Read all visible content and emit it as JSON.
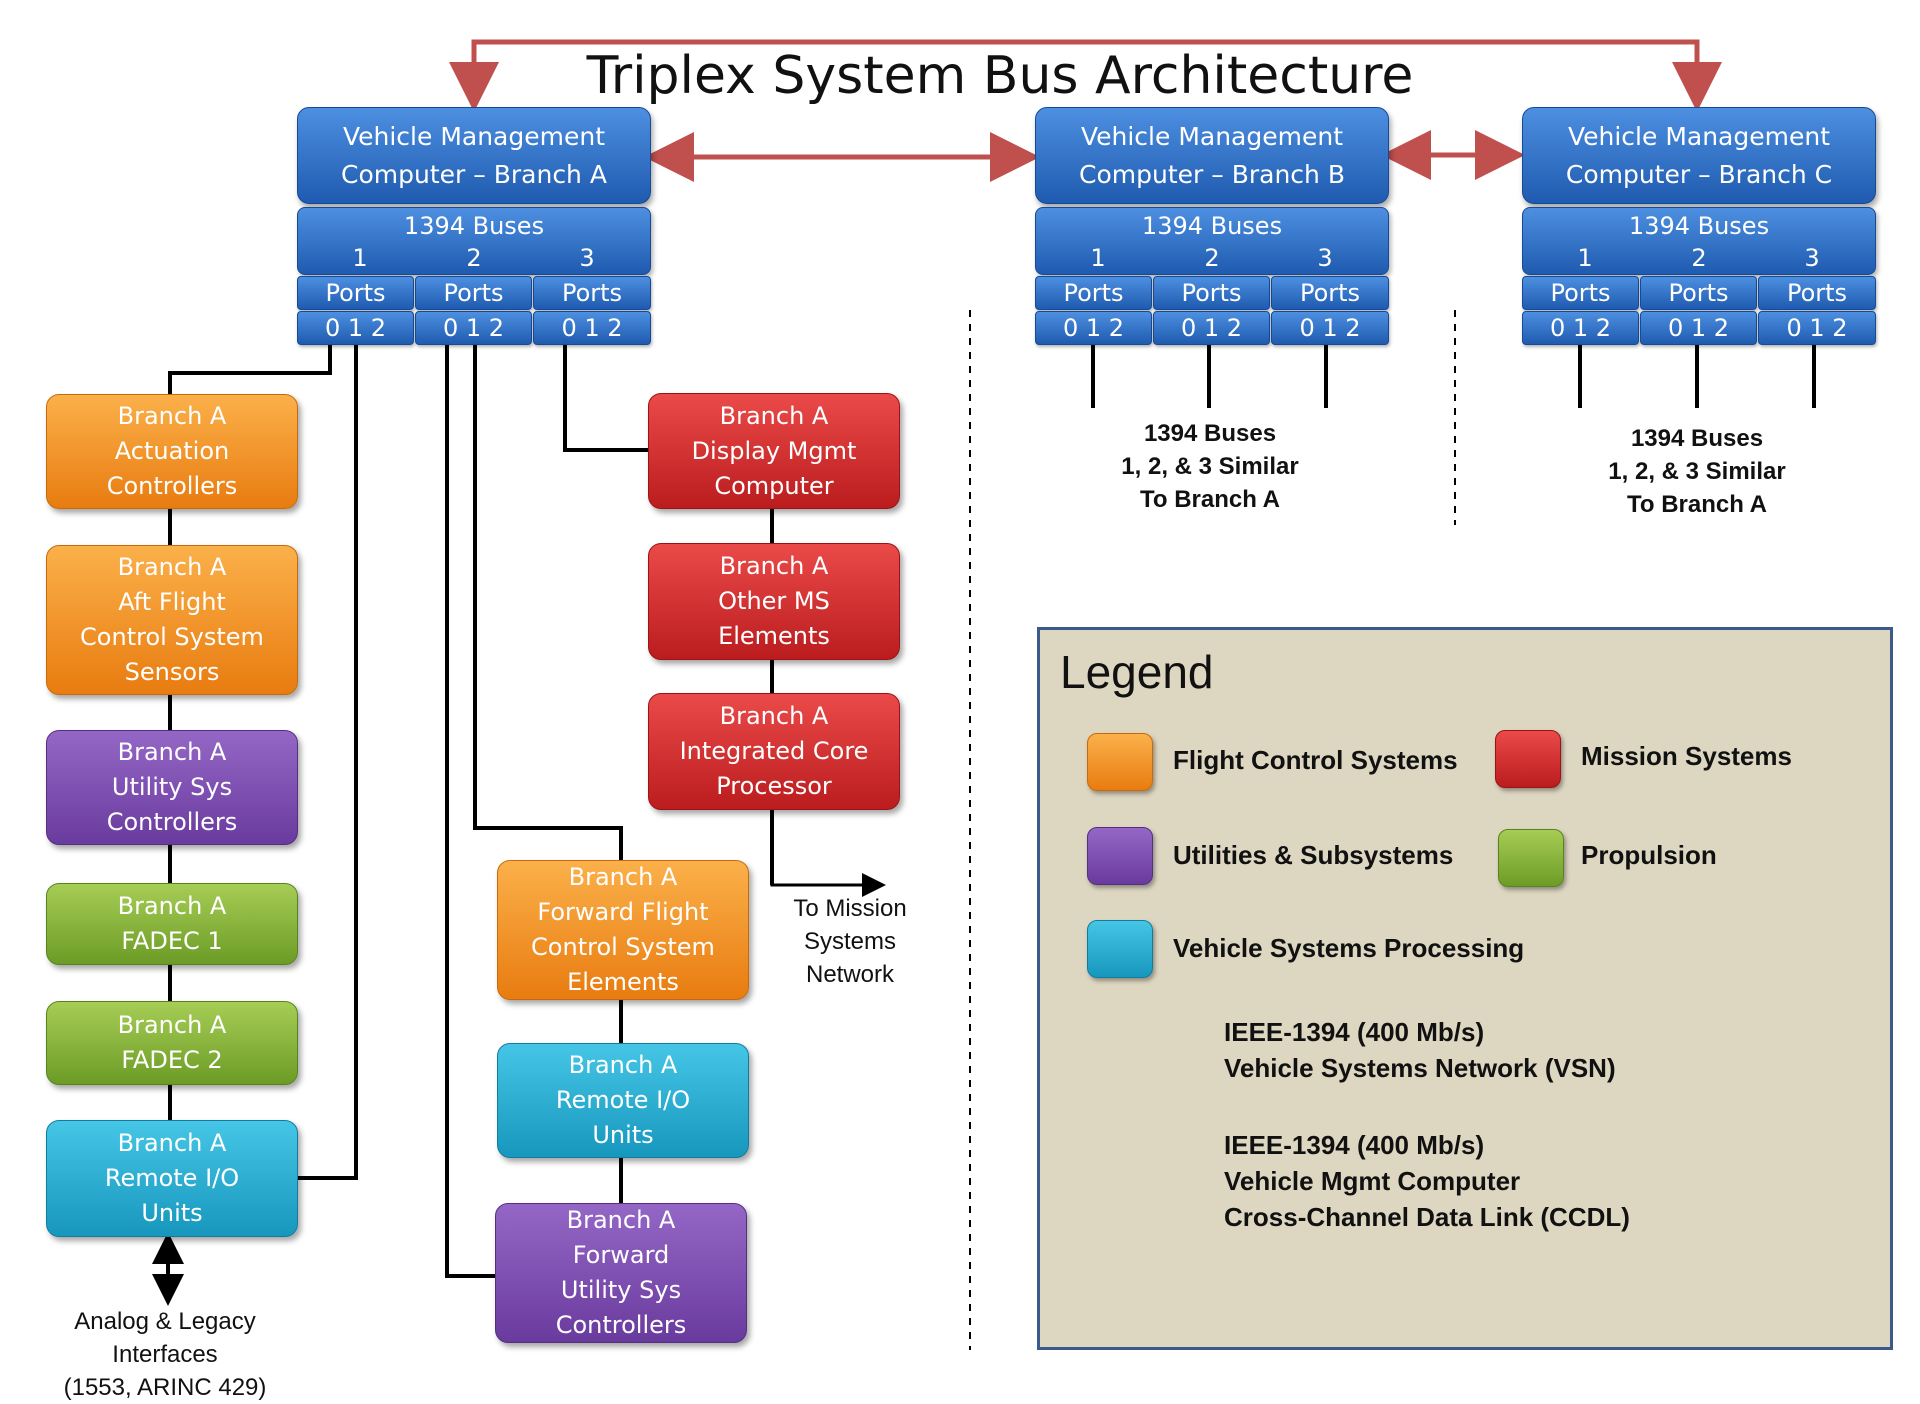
{
  "title": "Triplex System Bus Architecture",
  "vmc": [
    {
      "line1": "Vehicle Management",
      "line2": "Computer – Branch A"
    },
    {
      "line1": "Vehicle Management",
      "line2": "Computer – Branch B"
    },
    {
      "line1": "Vehicle Management",
      "line2": "Computer – Branch C"
    }
  ],
  "bus_panel": {
    "title": "1394 Buses",
    "numbers": [
      "1",
      "2",
      "3"
    ],
    "ports_label": "Ports",
    "port_numbers": "0 1 2"
  },
  "similar_note": {
    "line1": "1394 Buses",
    "line2": "1, 2, & 3 Similar",
    "line3": "To Branch A"
  },
  "blocks": {
    "actuation": {
      "line1": "Branch A",
      "line2": "Actuation",
      "line3": "Controllers"
    },
    "aft_fcs": {
      "line1": "Branch A",
      "line2": "Aft Flight",
      "line3": "Control System",
      "line4": "Sensors"
    },
    "utility": {
      "line1": "Branch A",
      "line2": "Utility Sys",
      "line3": "Controllers"
    },
    "fadec1": {
      "line1": "Branch A",
      "line2": "FADEC 1"
    },
    "fadec2": {
      "line1": "Branch A",
      "line2": "FADEC 2"
    },
    "rio_left": {
      "line1": "Branch A",
      "line2": "Remote I/O",
      "line3": "Units"
    },
    "display": {
      "line1": "Branch A",
      "line2": "Display Mgmt",
      "line3": "Computer"
    },
    "other_ms": {
      "line1": "Branch A",
      "line2": "Other MS",
      "line3": "Elements"
    },
    "icp": {
      "line1": "Branch A",
      "line2": "Integrated Core",
      "line3": "Processor"
    },
    "fwd_fcs": {
      "line1": "Branch A",
      "line2": "Forward Flight",
      "line3": "Control System",
      "line4": "Elements"
    },
    "rio_mid": {
      "line1": "Branch A",
      "line2": "Remote I/O",
      "line3": "Units"
    },
    "fwd_utility": {
      "line1": "Branch A",
      "line2": "Forward",
      "line3": "Utility Sys",
      "line4": "Controllers"
    }
  },
  "to_mission": {
    "line1": "To Mission",
    "line2": "Systems",
    "line3": "Network"
  },
  "analog": {
    "line1": "Analog & Legacy",
    "line2": "Interfaces",
    "line3": "(1553, ARINC 429)"
  },
  "legend": {
    "title": "Legend",
    "flight_control": "Flight Control Systems",
    "mission": "Mission Systems",
    "utilities": "Utilities & Subsystems",
    "propulsion": "Propulsion",
    "vsp": "Vehicle Systems Processing",
    "vsn_line1": "IEEE-1394 (400 Mb/s)",
    "vsn_line2": "Vehicle Systems Network (VSN)",
    "ccdl_line1": "IEEE-1394 (400 Mb/s)",
    "ccdl_line2": "Vehicle Mgmt Computer",
    "ccdl_line3": "Cross-Channel Data Link (CCDL)"
  },
  "colors": {
    "flight_control": "#f28f1f",
    "mission": "#d13236",
    "utilities": "#7f4fb3",
    "propulsion": "#8bb83d",
    "vehicle_systems_processing": "#2cb3d8",
    "bus": "#2f73cf",
    "ccdl": "#c0504d"
  }
}
